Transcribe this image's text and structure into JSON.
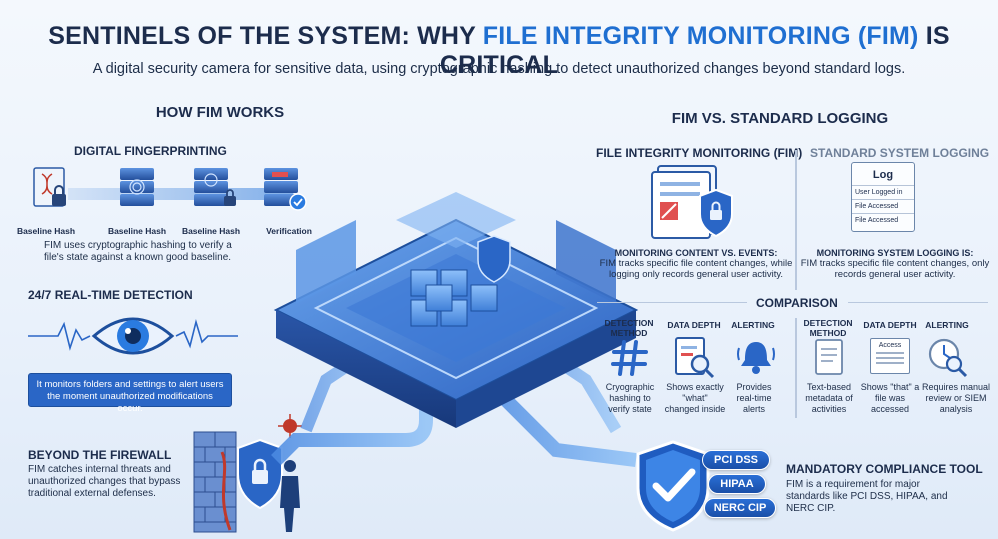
{
  "title": {
    "prefix": "SENTINELS OF THE SYSTEM: WHY ",
    "highlight": "FILE INTEGRITY MONITORING (FIM)",
    "suffix": " IS CRITICAL"
  },
  "subtitle": "A digital security camera for sensitive data, using cryptographic hashing to detect unauthorized changes beyond standard logs.",
  "left": {
    "heading": "HOW FIM WORKS",
    "fingerprint": {
      "heading": "DIGITAL FINGERPRINTING",
      "steps": [
        "Baseline Hash",
        "Baseline Hash",
        "Baseline Hash",
        "Verification"
      ],
      "text": "FIM uses cryptographic hashing to verify a file's state against a known good baseline."
    },
    "realtime": {
      "heading": "24/7 REAL-TIME DETECTION",
      "text": "It monitors folders and settings to alert users the moment unauthorized modifications occur."
    },
    "firewall": {
      "heading": "BEYOND THE FIREWALL",
      "text": "FIM catches internal threats and unauthorized changes that bypass traditional external defenses."
    }
  },
  "right": {
    "heading": "FIM VS. STANDARD LOGGING",
    "fim": {
      "heading": "FILE INTEGRITY MONITORING (FIM)",
      "subheading": "MONITORING CONTENT VS. EVENTS:",
      "text": "FIM tracks specific file content changes, while logging only records general user activity."
    },
    "logging": {
      "heading": "STANDARD SYSTEM LOGGING",
      "card_title": "Log",
      "card_rows": [
        "User Logged in",
        "File Accessed",
        "File Accessed"
      ],
      "subheading": "MONITORING SYSTEM LOGGING IS:",
      "text": "FIM tracks specific file content changes, only records general user activity."
    },
    "comparison": {
      "heading": "COMPARISON",
      "fim_cols": [
        {
          "label": "DETECTION METHOD",
          "text": "Cryographic hashing to verify state",
          "icon": "hash-icon"
        },
        {
          "label": "DATA DEPTH",
          "text": "Shows exactly \"what\" changed inside",
          "icon": "document-magnifier-icon"
        },
        {
          "label": "ALERTING",
          "text": "Provides real-time alerts",
          "icon": "bell-icon"
        }
      ],
      "log_cols": [
        {
          "label": "DETECTION METHOD",
          "text": "Text-based metadata of activities",
          "icon": "text-document-icon"
        },
        {
          "label": "DATA DEPTH",
          "text": "Shows \"that\" a file was accessed",
          "icon": "access-card-icon"
        },
        {
          "label": "ALERTING",
          "text": "Requires manual review or SIEM analysis",
          "icon": "clock-magnifier-icon"
        }
      ],
      "access_card": "Access"
    },
    "compliance": {
      "heading": "MANDATORY COMPLIANCE TOOL",
      "text": "FIM is a requirement for major standards like PCI DSS, HIPAA, and NERC CIP.",
      "badges": [
        "PCI DSS",
        "HIPAA",
        "NERC CIP"
      ]
    }
  },
  "colors": {
    "accent": "#1f6fd1",
    "dark_text": "#1c2c4c",
    "detect_box": "#2a66c6",
    "platform": "#2e6fd0"
  }
}
